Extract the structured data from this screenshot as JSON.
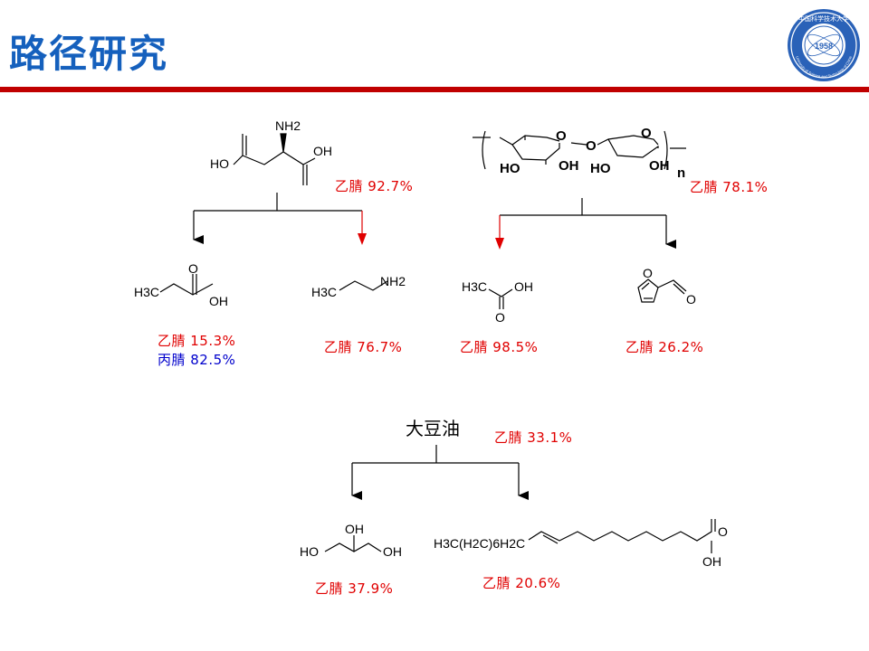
{
  "title": "路径研究",
  "logo": {
    "year": "1958",
    "ring_text": "University of Science and Technology of China",
    "top_text": "中国科学技术大学"
  },
  "colors": {
    "title": "#1560bd",
    "bar": "#c00000",
    "red": "#e00000",
    "blue": "#0000cc"
  },
  "aspartic": {
    "labels": {
      "nh2": "NH2",
      "oh_left": "HO",
      "oh_right": "OH"
    },
    "yield": "乙腈  92.7%",
    "products": [
      {
        "labels": {
          "h3c": "H3C",
          "o": "O",
          "oh": "OH"
        },
        "yields": [
          "乙腈  15.3%",
          "丙腈  82.5%"
        ]
      },
      {
        "labels": {
          "h3c": "H3C",
          "nh2": "NH2"
        },
        "yields": [
          "乙腈  76.7%"
        ]
      }
    ]
  },
  "cellulose": {
    "labels": {
      "ho1": "HO",
      "oh1": "OH",
      "ho2": "HO",
      "oh2": "OH",
      "n": "n"
    },
    "yield": "乙腈  78.1%",
    "products": [
      {
        "labels": {
          "h3c": "H3C",
          "oh": "OH",
          "o": "O"
        },
        "yields": [
          "乙腈  98.5%"
        ]
      },
      {
        "labels": {
          "o_ring": "O",
          "o_ald": "O"
        },
        "yields": [
          "乙腈  26.2%"
        ]
      }
    ]
  },
  "soybean": {
    "label": "大豆油",
    "yield": "乙腈  33.1%",
    "products": [
      {
        "labels": {
          "oh_top": "OH",
          "ho": "HO",
          "oh_right": "OH"
        },
        "yields": [
          "乙腈  37.9%"
        ]
      },
      {
        "labels": {
          "chain": "H3C(H2C)6H2C",
          "o": "O",
          "oh": "OH"
        },
        "yields": [
          "乙腈  20.6%"
        ]
      }
    ]
  }
}
